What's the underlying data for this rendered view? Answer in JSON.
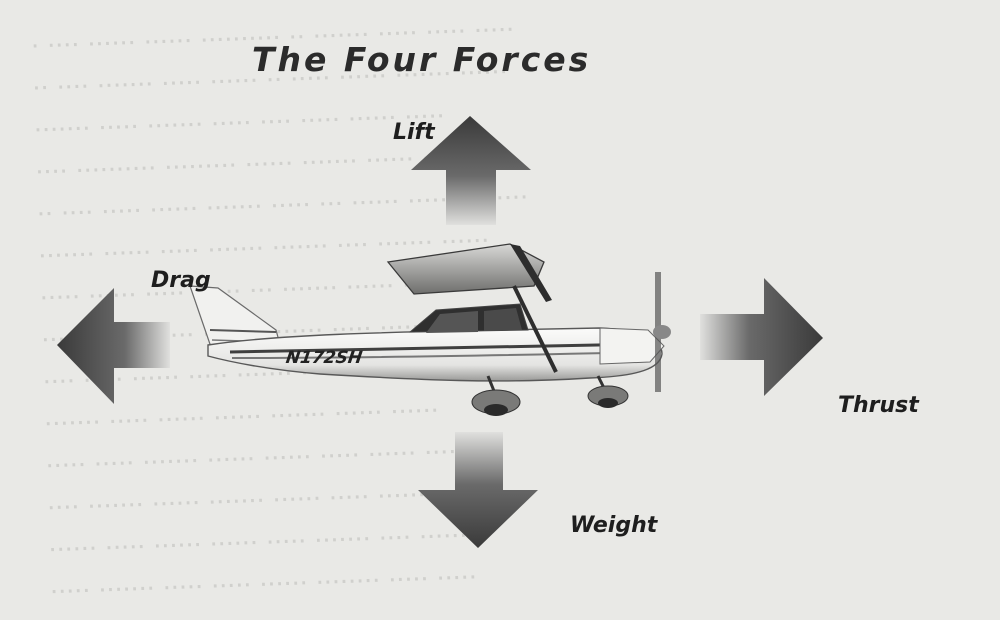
{
  "title": "The Four Forces",
  "forces": {
    "lift": "Lift",
    "drag": "Drag",
    "thrust": "Thrust",
    "weight": "Weight"
  },
  "airplane": {
    "registration": "N172SH"
  },
  "colors": {
    "background": "#e9e9e6",
    "arrow_dark": "#3c3c3c",
    "arrow_light": "#bdbdbd",
    "text": "#222222"
  }
}
